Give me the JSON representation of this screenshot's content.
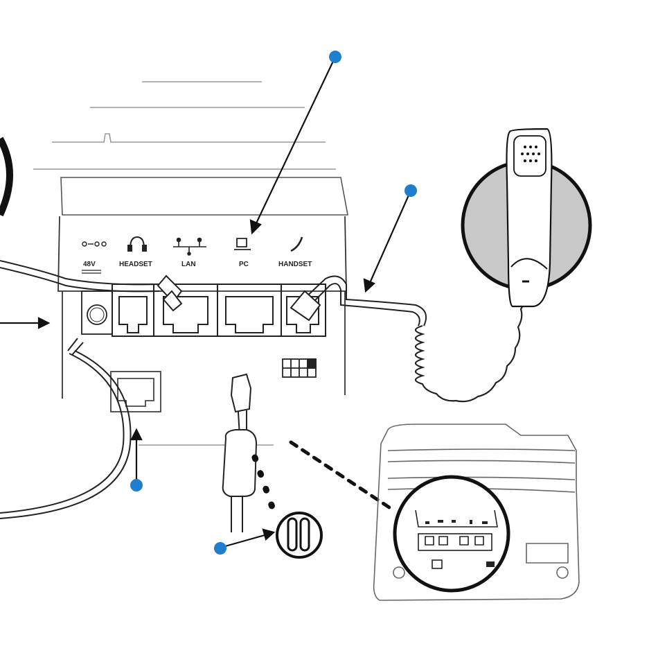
{
  "ports": {
    "power": "48V",
    "headset": "HEADSET",
    "lan": "LAN",
    "pc": "PC",
    "handset": "HANDSET"
  },
  "colors": {
    "line": "#222222",
    "light_line": "#9a9a9a",
    "callout_dot": "#1f7fcf",
    "handset_disc": "#c8c8c8"
  }
}
